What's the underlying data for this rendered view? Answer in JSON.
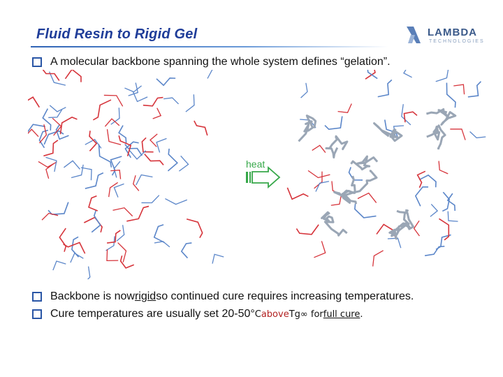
{
  "slide": {
    "title": "Fluid Resin to Rigid Gel",
    "logo_text": "LAMBDA",
    "logo_sub": "TECHNOLOGIES",
    "bullet1": "A molecular backbone spanning the whole system defines “gelation”.",
    "bullet2_pre": "Backbone is now ",
    "bullet2_u": "rigid",
    "bullet2_post": " so continued cure requires increasing temperatures.",
    "bullet3_pre": "Cure temperatures are usually set 20-50°",
    "bullet3_c": "C ",
    "bullet3_above": "above",
    "bullet3_tg": " Tg∞ for ",
    "bullet3_full": "full cure",
    "bullet3_end": ".",
    "arrow_label": "heat"
  },
  "colors": {
    "title": "#1f3d99",
    "monomer_red": "#d6343b",
    "monomer_blue": "#5b86c9",
    "backbone": "#9aa6b5",
    "arrow": "#37a84a"
  }
}
